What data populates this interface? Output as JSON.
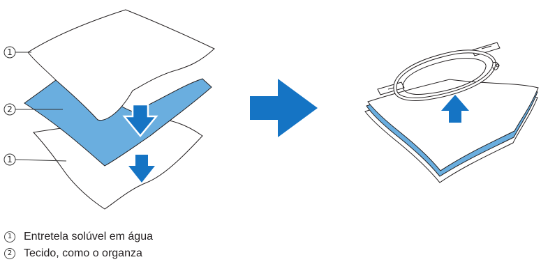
{
  "callouts": {
    "top_sheet": "1",
    "fabric": "2",
    "bottom_sheet": "1"
  },
  "legend": [
    {
      "number": "1",
      "text": "Entretela solúvel em água"
    },
    {
      "number": "2",
      "text": "Tecido, como o organza"
    }
  ],
  "colors": {
    "fabric_fill": "#6aaedf",
    "arrow_blue": "#1574c4",
    "outline": "#231f20"
  },
  "icons": [
    "down-arrow-outline-icon",
    "down-arrow-icon",
    "right-arrow-icon",
    "up-arrow-icon",
    "embroidery-hoop-icon"
  ]
}
